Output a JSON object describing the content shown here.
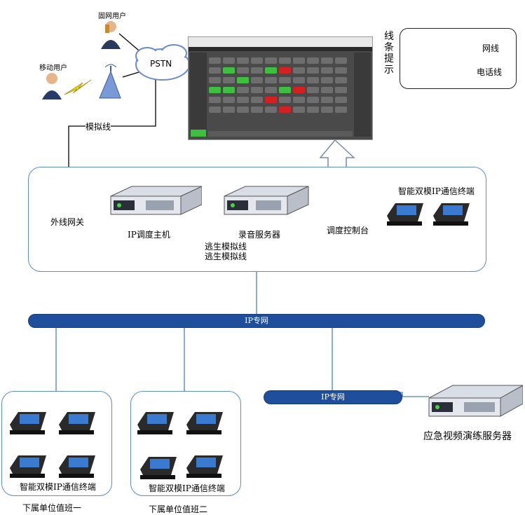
{
  "labels": {
    "pstn": "PSTN",
    "fixed_user": "固网用户",
    "mobile_user": "移动用户",
    "analog_line": "模拟线",
    "gateway": "外线网关",
    "ip_host": "IP调度主机",
    "recording_server": "录音服务器",
    "console": "调度控制台",
    "terminal_top": "智能双模IP通信终端",
    "escape_line_1": "逃生模拟线",
    "escape_line_2": "逃生模拟线",
    "ip_network": "IP专网",
    "ip_network_2": "IP专网",
    "terminal_unit1": "智能双模IP通信终端",
    "terminal_unit2": "智能双模IP通信终端",
    "unit1": "下属单位值班一",
    "unit2": "下属单位值班二",
    "video_server": "应急视频演练服务器"
  },
  "legend": {
    "title": "线条提示",
    "network": "网线",
    "phone": "电话线"
  },
  "colors": {
    "network_line": "#4a7fc4",
    "phone_line": "#000000",
    "bus": "#1f4e9c"
  }
}
